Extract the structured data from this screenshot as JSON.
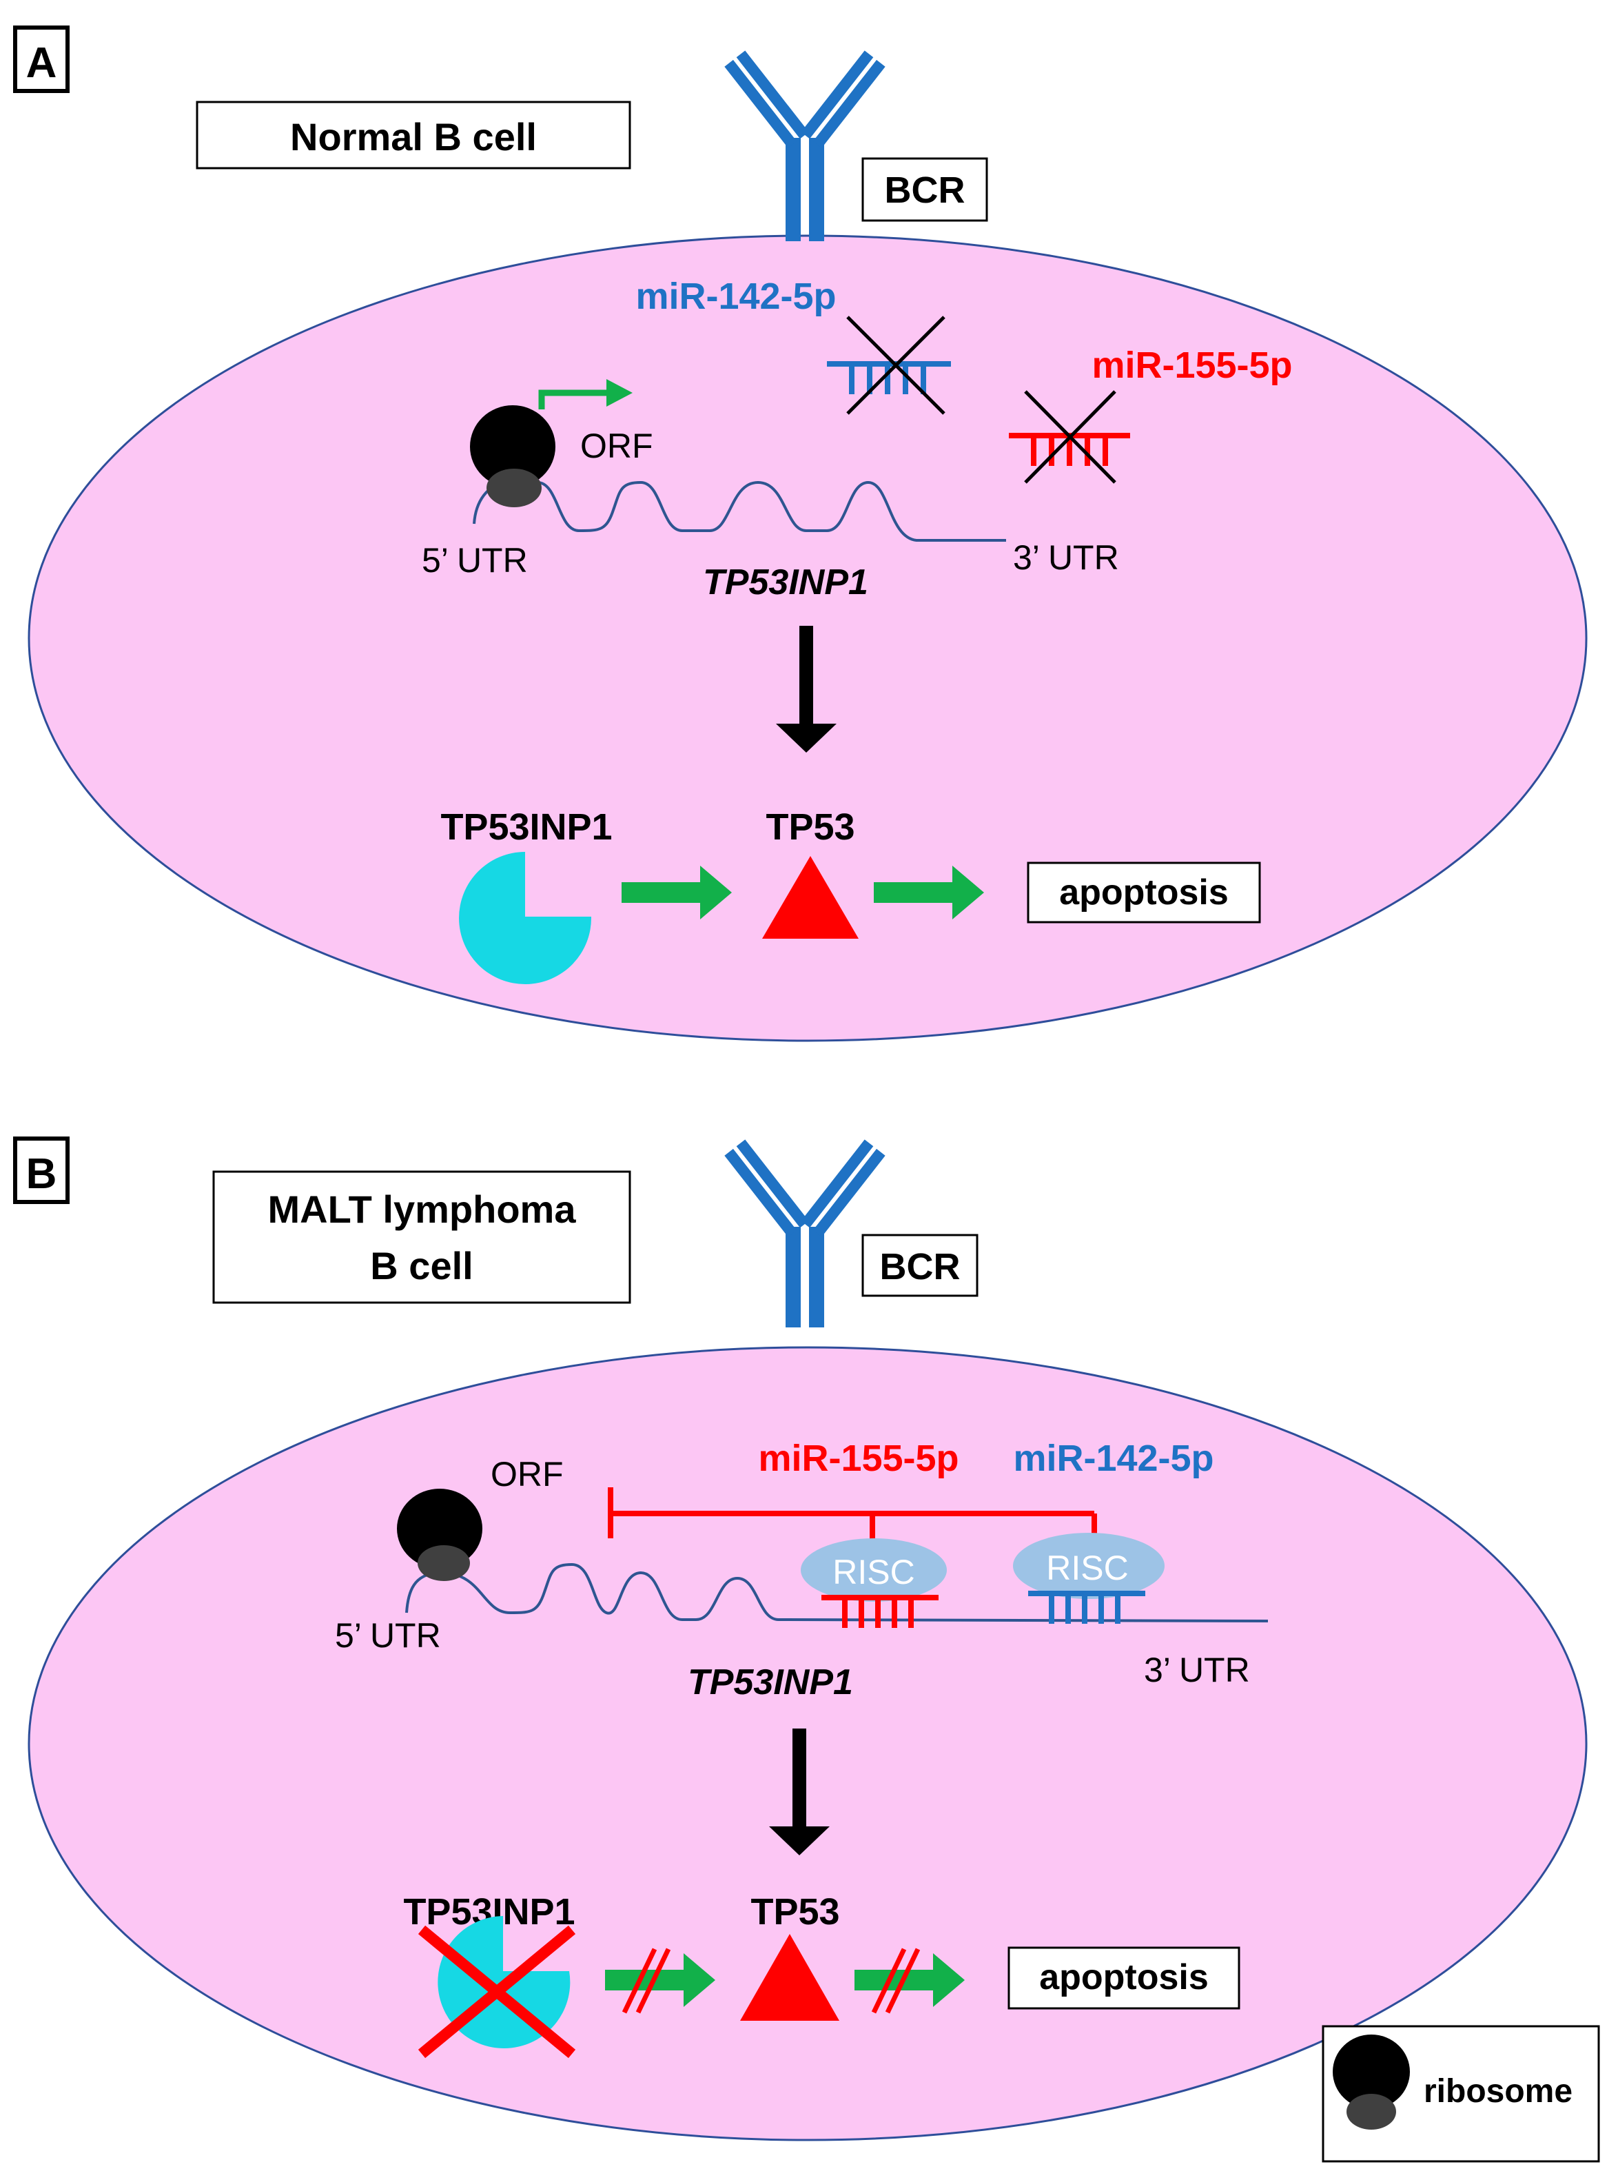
{
  "panel_a": {
    "letter": "A",
    "cell_label": "Normal B cell",
    "bcr_label": "BCR",
    "mir142_label": "miR-142-5p",
    "mir155_label": "miR-155-5p",
    "orf_label": "ORF",
    "utr5_label": "5’ UTR",
    "utr3_label": "3’ UTR",
    "gene_label": "TP53INP1",
    "protein1_label": "TP53INP1",
    "protein2_label": "TP53",
    "outcome_label": "apoptosis"
  },
  "panel_b": {
    "letter": "B",
    "cell_label_line1": "MALT lymphoma",
    "cell_label_line2": "B cell",
    "bcr_label": "BCR",
    "mir155_label": "miR-155-5p",
    "mir142_label": "miR-142-5p",
    "orf_label": "ORF",
    "risc1_label": "RISC",
    "risc2_label": "RISC",
    "utr5_label": "5’ UTR",
    "utr3_label": "3’ UTR",
    "gene_label": "TP53INP1",
    "protein1_label": "TP53INP1",
    "protein2_label": "TP53",
    "outcome_label": "apoptosis"
  },
  "legend": {
    "ribosome_label": "ribosome"
  },
  "colors": {
    "cell_fill": "#fcc6f4",
    "cell_stroke": "#2e4e9a",
    "bcr_blue": "#1f72c4",
    "mir142_blue": "#1f72c4",
    "mir155_red": "#ff0000",
    "arrow_green": "#12b04a",
    "protein_cyan": "#16d8e4",
    "tp53_red": "#ff0000",
    "risc_fill": "#9dc3e6",
    "mrna_line": "#2e5591",
    "ribosome_large": "#000000",
    "ribosome_small": "#404040"
  }
}
